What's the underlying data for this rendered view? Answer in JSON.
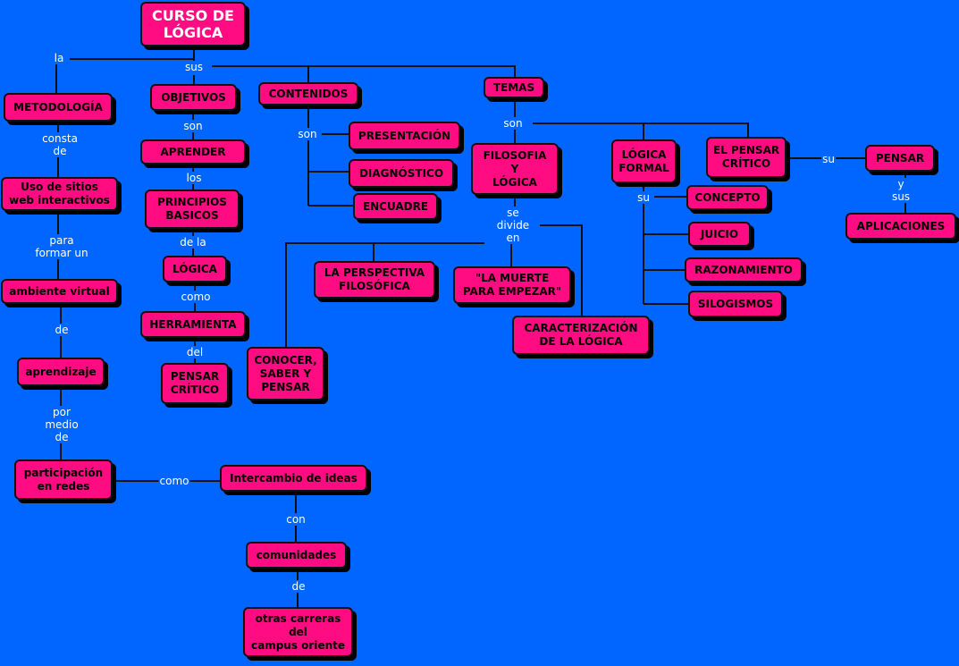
{
  "nodes": {
    "curso": "CURSO DE\nLÓGICA",
    "metodologia": "METODOLOGÍA",
    "uso_sitios": "Uso de sitios\nweb interactivos",
    "ambiente": "ambiente virtual",
    "aprendizaje": "aprendizaje",
    "participacion": "participación\nen redes",
    "intercambio": "Intercambio de ideas",
    "comunidades": "comunidades",
    "otras_carreras": "otras carreras\ndel\ncampus oriente",
    "objetivos": "OBJETIVOS",
    "aprender": "APRENDER",
    "principios": "PRINCIPIOS\nBASICOS",
    "logica": "LÓGICA",
    "herramienta": "HERRAMIENTA",
    "pensar_critico": "PENSAR\nCRÍTICO",
    "contenidos": "CONTENIDOS",
    "presentacion": "PRESENTACIÓN",
    "diagnostico": "DIAGNÓSTICO",
    "encuadre": "ENCUADRE",
    "temas": "TEMAS",
    "filosofia": "FILOSOFIA\nY\nLÓGICA",
    "perspectiva": "LA PERSPECTIVA\nFILOSÓFICA",
    "muerte": "\"LA MUERTE\nPARA EMPEZAR\"",
    "caracterizacion": "CARACTERIZACIÓN\nDE LA LÓGICA",
    "conocer": "CONOCER,\nSABER Y\nPENSAR",
    "logica_formal": "LÓGICA\nFORMAL",
    "concepto": "CONCEPTO",
    "juicio": "JUICIO",
    "razonamiento": "RAZONAMIENTO",
    "silogismos": "SILOGISMOS",
    "el_pensar": "EL PENSAR\nCRÍTICO",
    "pensar": "PENSAR",
    "aplicaciones": "APLICACIONES"
  },
  "links": {
    "la": "la",
    "sus": "sus",
    "consta_de": "consta\nde",
    "para_formar": "para\nformar un",
    "de_1": "de",
    "por_medio": "por\nmedio\nde",
    "como_1": "como",
    "con": "con",
    "de_2": "de",
    "son_1": "son",
    "los": "los",
    "de_la": "de la",
    "como_2": "como",
    "del": "del",
    "son_2": "son",
    "son_3": "son",
    "se_divide": "se\ndivide\nen",
    "su_1": "su",
    "su_2": "su",
    "y_sus": "y\nsus"
  },
  "colors": {
    "background": "#0066ff",
    "node_fill": "#ff0b82",
    "node_border": "#111111",
    "line": "#111111",
    "link_text": "#ffffff"
  }
}
